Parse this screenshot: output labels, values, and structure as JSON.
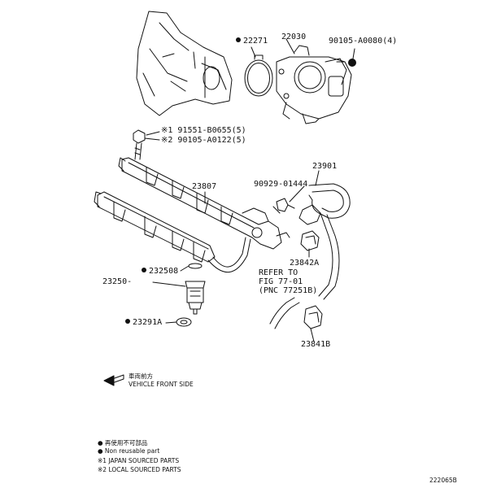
{
  "callouts": {
    "p22271": "22271",
    "p22030": "22030",
    "p90105_a0080": "90105-A0080(4)",
    "p91551_b0655": "※1 91551-B0655(5)",
    "p90105_a0122": "※2 90105-A0122(5)",
    "p23807": "23807",
    "p23901": "23901",
    "p90929_01444": "90929-01444",
    "p23842a": "23842A",
    "p23250b": "232508",
    "p23250": "23250-",
    "p23291a": "23291A",
    "p23841b": "23841B"
  },
  "refer_note": {
    "line1": "REFER TO",
    "line2": "FIG 77-01",
    "line3": "(PNC 77251B)"
  },
  "front_indicator": {
    "jp": "車両前方",
    "en": "VEHICLE FRONT SIDE"
  },
  "legend": {
    "line1": "● 再使用不可部品",
    "line2": "● Non reusable part",
    "line3": "※1 JAPAN SOURCED PARTS",
    "line4": "※2 LOCAL SOURCED PARTS"
  },
  "diagram_id": "222065B",
  "colors": {
    "ink": "#111111",
    "paper": "#ffffff"
  }
}
